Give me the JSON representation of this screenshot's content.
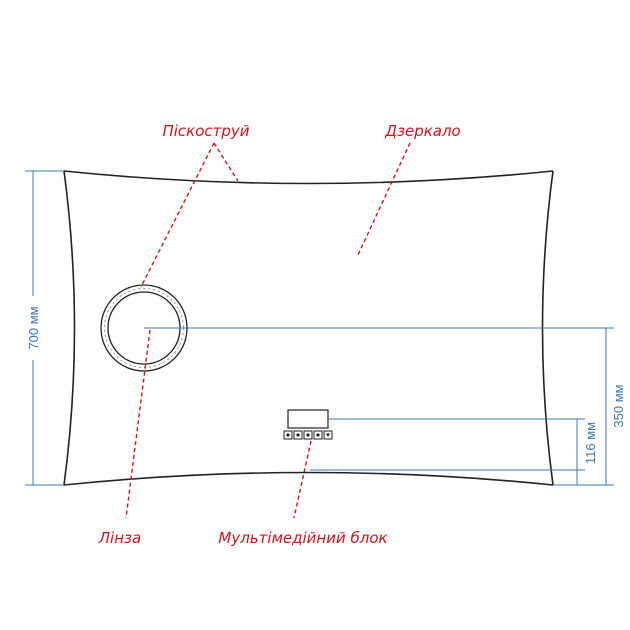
{
  "labels": {
    "sandblast": "Піскоструй",
    "mirror": "Дзеркало",
    "lens": "Лінза",
    "media_block": "Мультімедійний блок"
  },
  "dimensions": {
    "height": "700 мм",
    "lens_center": "350 мм",
    "media_block": "116 мм"
  },
  "colors": {
    "callout": "#d8101a",
    "dimension": "#3a78b6",
    "outline": "#222222"
  },
  "media_block_buttons": [
    "power-icon",
    "light-icon",
    "sound-icon",
    "settings-icon",
    "down-icon"
  ]
}
